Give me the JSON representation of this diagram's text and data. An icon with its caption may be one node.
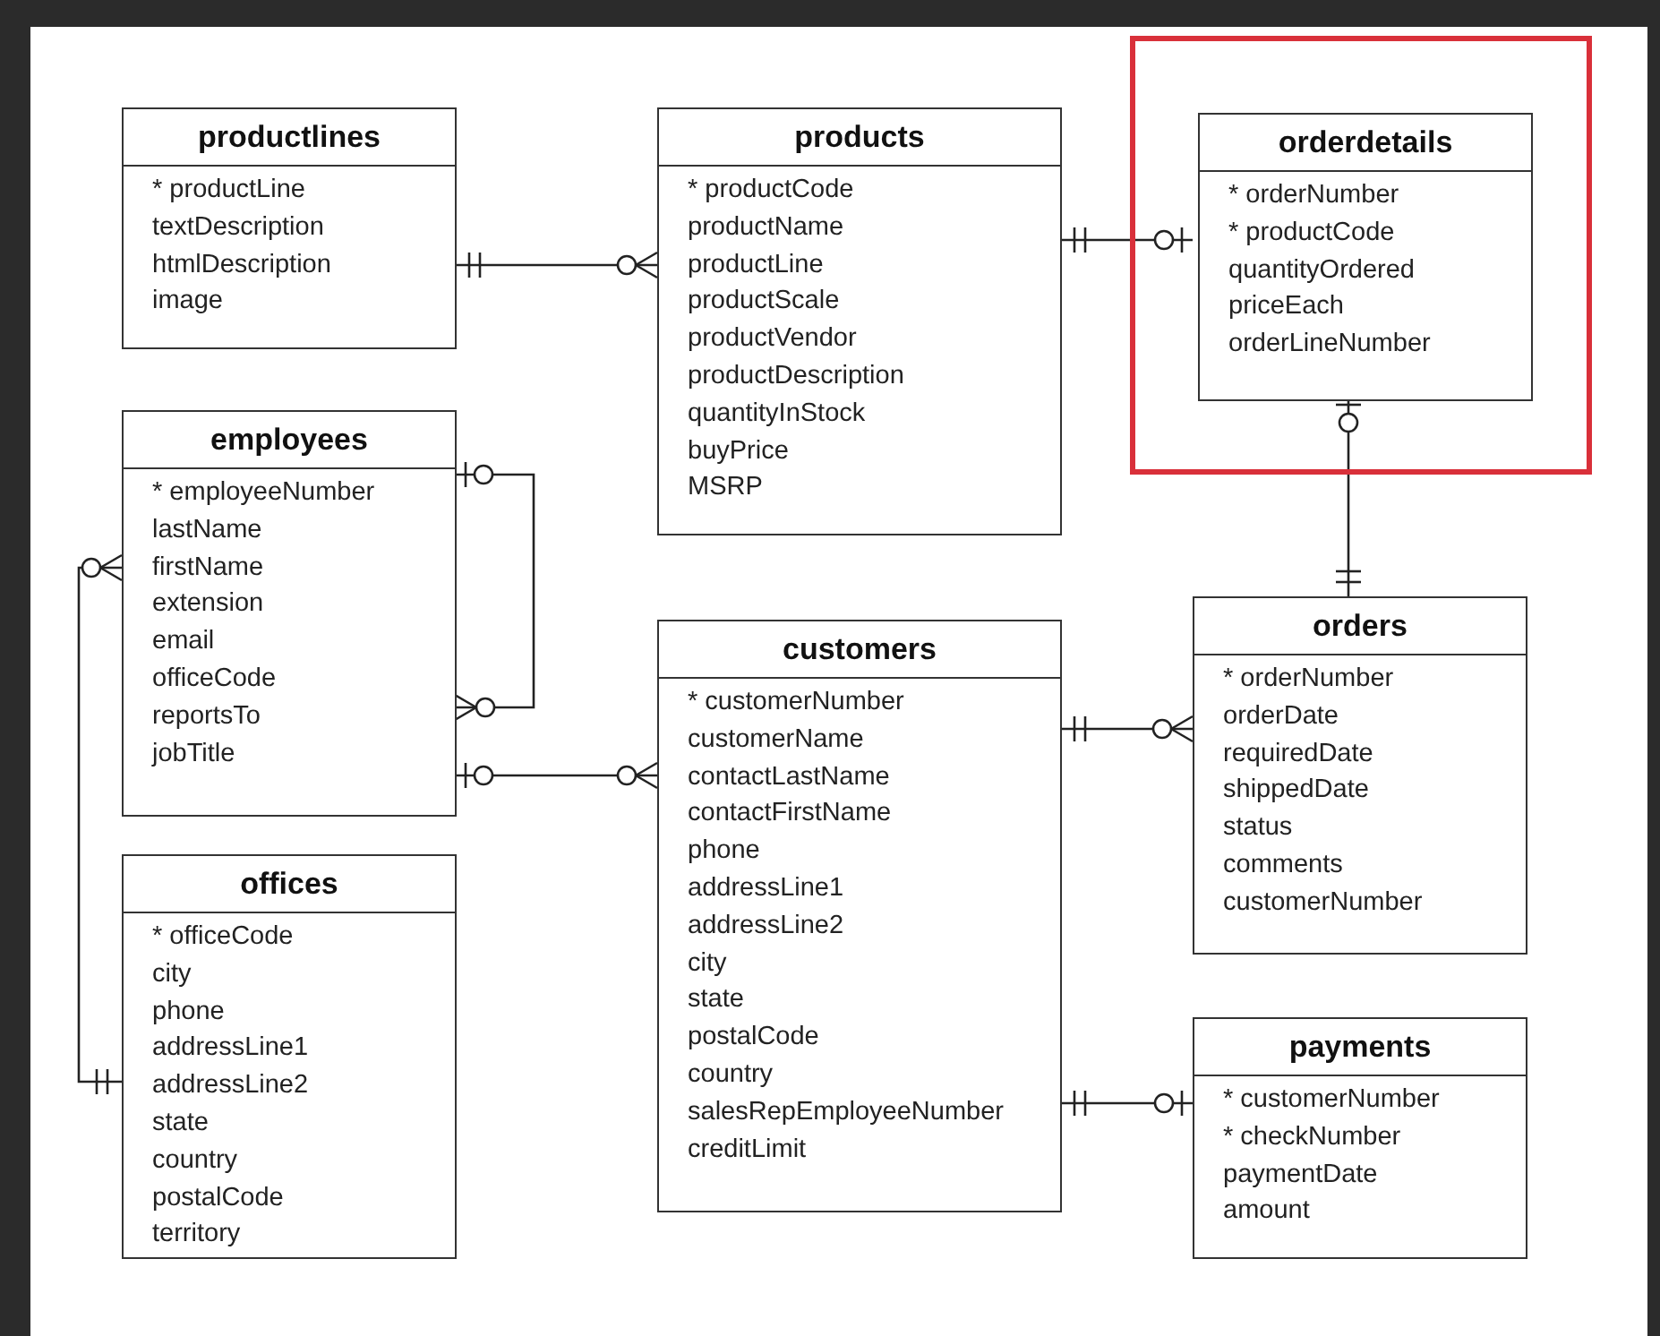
{
  "diagram": {
    "nodes": [
      {
        "text": [
          "productlines",
          "* productLine",
          "textDescription",
          "htmlDescription",
          "image"
        ]
      },
      {
        "text": [
          "products",
          "* productCode",
          "productName",
          "productLine",
          "productScale",
          "productVendor",
          "productDescription",
          "quantityInStock",
          "buyPrice",
          "MSRP"
        ]
      },
      {
        "text": [],
        "shape": "box"
      },
      {
        "text": [
          "orderdetails",
          "* orderNumber",
          "* productCode",
          "quantityOrdered",
          "priceEach",
          "orderLineNumber"
        ],
        "in": 2
      },
      {
        "text": [
          "employees",
          "* employeeNumber",
          "lastName",
          "firstName",
          "extension",
          "email",
          "officeCode",
          "reportsTo",
          "jobTitle"
        ]
      },
      {
        "text": [
          "customers",
          "* customerNumber",
          "customerName",
          "contactLastName",
          "contactFirstName",
          "phone",
          "addressLine1",
          "addressLine2",
          "city",
          "state",
          "postalCode",
          "country",
          "salesRepEmployeeNumber",
          "creditLimit"
        ]
      },
      {
        "text": [
          "orders",
          "* orderNumber",
          "orderDate",
          "requiredDate",
          "shippedDate",
          "status",
          "comments",
          "customerNumber"
        ]
      },
      {
        "text": [
          "offices",
          "* officeCode",
          "city",
          "phone",
          "addressLine1",
          "addressLine2",
          "state",
          "country",
          "postalCode",
          "territory"
        ]
      },
      {
        "text": [
          "payments",
          "* customerNumber",
          "* checkNumber",
          "paymentDate",
          "amount"
        ]
      }
    ],
    "edges": [
      {
        "from": 0,
        "to": 1,
        "arrow": "other"
      },
      {
        "from": 1,
        "to": 3,
        "arrow": "other"
      },
      {
        "from": 3,
        "to": 6,
        "arrow": "other"
      },
      {
        "from": 4,
        "to": 4,
        "arrow": "other"
      },
      {
        "from": 4,
        "to": 5,
        "arrow": "other"
      },
      {
        "from": 7,
        "to": 4,
        "arrow": "other"
      },
      {
        "from": 5,
        "to": 6,
        "arrow": "other"
      },
      {
        "from": 5,
        "to": 8,
        "arrow": "other"
      }
    ]
  }
}
